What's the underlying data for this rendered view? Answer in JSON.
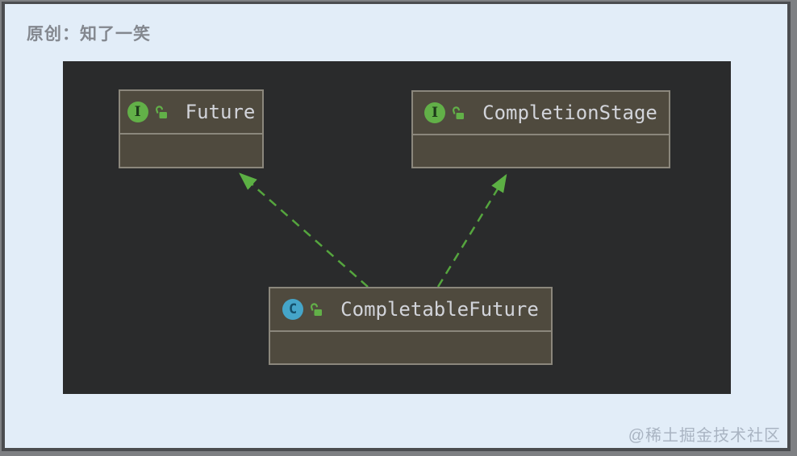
{
  "page": {
    "attribution": "原创：知了一笑",
    "watermark": "@稀土掘金技术社区",
    "background_color": "#e2edf8",
    "frame_color": "#7e8083"
  },
  "diagram": {
    "tool_style": "intellij-uml-class-diagram",
    "panel_color": "#2a2b2c",
    "node_fill": "#4f4a3e",
    "node_border": "#8b877c",
    "node_text_color": "#d2d4da",
    "arrow_color": "#55a53e",
    "arrowhead_color": "#5cb044",
    "interface_icon_color": "#62b048",
    "class_icon_color": "#45a5c9",
    "lock_icon_color": "#62b048",
    "nodes": [
      {
        "id": "future",
        "label": "Future",
        "kind": "interface",
        "icon": "I",
        "visibility": "public"
      },
      {
        "id": "completion-stage",
        "label": "CompletionStage",
        "kind": "interface",
        "icon": "I",
        "visibility": "public"
      },
      {
        "id": "completable-future",
        "label": "CompletableFuture",
        "kind": "class",
        "icon": "C",
        "visibility": "public"
      }
    ],
    "edges": [
      {
        "from": "completable-future",
        "to": "future",
        "type": "implements",
        "style": "dashed-green-arrow"
      },
      {
        "from": "completable-future",
        "to": "completion-stage",
        "type": "implements",
        "style": "dashed-green-arrow"
      }
    ]
  }
}
